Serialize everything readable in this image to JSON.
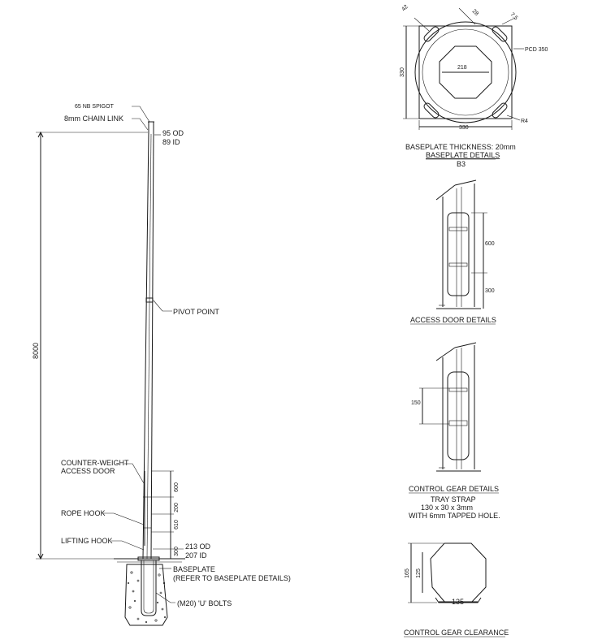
{
  "pole": {
    "spigot": "65 NB SPIGOT",
    "chain": "8mm CHAIN LINK",
    "top_od": "95 OD",
    "top_id": "89 ID",
    "height": "8000",
    "pivot": "PIVOT POINT",
    "counter_weight_1": "COUNTER-WEIGHT",
    "counter_weight_2": "ACCESS DOOR",
    "rope_hook": "ROPE HOOK",
    "lifting_hook": "LIFTING HOOK",
    "bottom_od": "213 OD",
    "bottom_id": "207 ID",
    "baseplate_1": "BASEPLATE",
    "baseplate_2": "(REFER TO BASEPLATE DETAILS)",
    "u_bolts": "(M20) 'U' BOLTS",
    "dim_600": "600",
    "dim_200": "200",
    "dim_610": "610",
    "dim_300": "300"
  },
  "baseplate": {
    "dim_42": "42",
    "dim_28": "28",
    "dim_75": "7.5",
    "pcd": "PCD 350",
    "dim_218": "218",
    "dim_330_v": "330",
    "dim_330_h": "330",
    "r4": "R4",
    "thickness": "BASEPLATE THICKNESS: 20mm",
    "title": "BASEPLATE DETAILS",
    "code": "B3"
  },
  "access_door": {
    "dim_600": "600",
    "dim_300": "300",
    "title": "ACCESS DOOR DETAILS"
  },
  "control_gear": {
    "dim_150": "150",
    "title": "CONTROL GEAR DETAILS",
    "tray_1": "TRAY STRAP",
    "tray_2": "130 x 30 x 3mm",
    "tray_3": "WITH 6mm TAPPED HOLE."
  },
  "clearance": {
    "dim_165": "165",
    "dim_125": "125",
    "dim_135": "135",
    "title": "CONTROL GEAR CLEARANCE"
  }
}
